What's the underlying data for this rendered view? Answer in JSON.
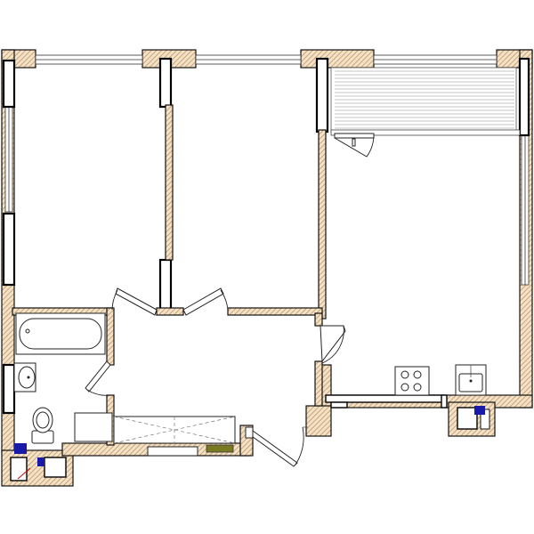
{
  "plan": {
    "kind": "apartment-floor-plan",
    "rooms": [
      "bedroom",
      "living-room",
      "kitchen-living",
      "bathroom",
      "hallway",
      "balcony"
    ],
    "fixtures": [
      "bathtub",
      "washbasin",
      "toilet",
      "stove",
      "kitchen-sink",
      "wardrobe"
    ],
    "colors": {
      "wall_hatch": "#c8a070",
      "wall_outline": "#111111",
      "riser_blue": "#1a1aa8",
      "panel_olive": "#7a7a22",
      "floor": "#ffffff"
    }
  }
}
